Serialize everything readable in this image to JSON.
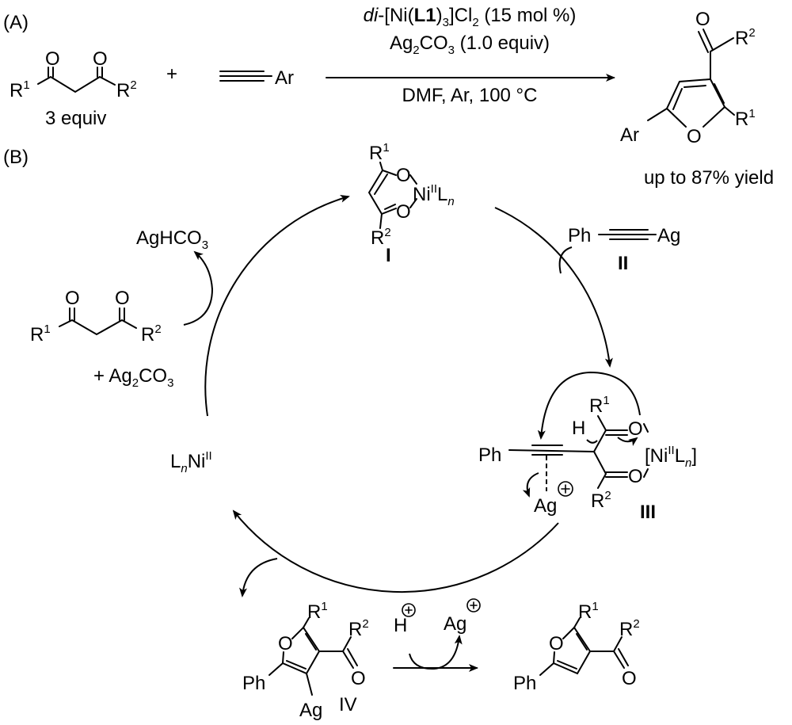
{
  "colors": {
    "ink": "#000000",
    "background": "#ffffff"
  },
  "labels": {
    "panel_a": [
      [
        "(A)",
        ""
      ]
    ],
    "panel_b": [
      [
        "(B)",
        ""
      ]
    ],
    "a_o1": [
      [
        "O",
        ""
      ]
    ],
    "a_o2": [
      [
        "O",
        ""
      ]
    ],
    "a_r1": [
      [
        "R",
        ""
      ],
      [
        "1",
        "sup"
      ]
    ],
    "a_r2": [
      [
        "R",
        ""
      ],
      [
        "2",
        "sup"
      ]
    ],
    "a_equiv": [
      [
        "3 equiv",
        ""
      ]
    ],
    "a_plus": [
      [
        "+",
        ""
      ]
    ],
    "a_ar": [
      [
        "Ar",
        ""
      ]
    ],
    "cond_1": [
      [
        "di",
        "i"
      ],
      [
        "-[Ni(",
        ""
      ],
      [
        "L1",
        "b"
      ],
      [
        ")",
        ""
      ],
      [
        "3",
        "sub"
      ],
      [
        "]Cl",
        ""
      ],
      [
        "2",
        "sub"
      ],
      [
        " (15 mol %)",
        ""
      ]
    ],
    "cond_2": [
      [
        "Ag",
        ""
      ],
      [
        "2",
        "sub"
      ],
      [
        "CO",
        ""
      ],
      [
        "3",
        "sub"
      ],
      [
        " (1.0 equiv)",
        ""
      ]
    ],
    "cond_3": [
      [
        "DMF, Ar, 100 °C",
        ""
      ]
    ],
    "p_o": [
      [
        "O",
        ""
      ]
    ],
    "p_r2": [
      [
        "R",
        ""
      ],
      [
        "2",
        "sup"
      ]
    ],
    "p_ar": [
      [
        "Ar",
        ""
      ]
    ],
    "p_ring_o": [
      [
        "O",
        ""
      ]
    ],
    "p_r1": [
      [
        "R",
        ""
      ],
      [
        "1",
        "sup"
      ]
    ],
    "p_yield": [
      [
        "up to 87% yield",
        ""
      ]
    ],
    "i_r1": [
      [
        "R",
        ""
      ],
      [
        "1",
        "sup"
      ]
    ],
    "i_o1": [
      [
        "O",
        ""
      ]
    ],
    "i_ni": [
      [
        "Ni",
        ""
      ],
      [
        "II",
        "sup"
      ],
      [
        "L",
        ""
      ],
      [
        "n",
        "subi"
      ]
    ],
    "i_o2": [
      [
        "O",
        ""
      ]
    ],
    "i_r2": [
      [
        "R",
        ""
      ],
      [
        "2",
        "sup"
      ]
    ],
    "i_id": [
      [
        "I",
        "b"
      ]
    ],
    "ii_ph": [
      [
        "Ph",
        ""
      ]
    ],
    "ii_ag": [
      [
        "Ag",
        ""
      ]
    ],
    "ii_id": [
      [
        "II",
        "b"
      ]
    ],
    "agHCO3": [
      [
        "AgHCO",
        ""
      ],
      [
        "3",
        "sub"
      ]
    ],
    "b_o1": [
      [
        "O",
        ""
      ]
    ],
    "b_o2": [
      [
        "O",
        ""
      ]
    ],
    "b_r1": [
      [
        "R",
        ""
      ],
      [
        "1",
        "sup"
      ]
    ],
    "b_r2": [
      [
        "R",
        ""
      ],
      [
        "2",
        "sup"
      ]
    ],
    "b_ag2co3": [
      [
        "+ Ag",
        ""
      ],
      [
        "2",
        "sub"
      ],
      [
        "CO",
        ""
      ],
      [
        "3",
        "sub"
      ]
    ],
    "lnni": [
      [
        "L",
        ""
      ],
      [
        "n",
        "subi"
      ],
      [
        "Ni",
        ""
      ],
      [
        "II",
        "sup"
      ]
    ],
    "iii_ph": [
      [
        "Ph",
        ""
      ]
    ],
    "iii_h": [
      [
        "H",
        ""
      ]
    ],
    "iii_r1": [
      [
        "R",
        ""
      ],
      [
        "1",
        "sup"
      ]
    ],
    "iii_o1": [
      [
        "O",
        ""
      ]
    ],
    "iii_o2": [
      [
        "O",
        ""
      ]
    ],
    "iii_ni": [
      [
        "[Ni",
        ""
      ],
      [
        "II",
        "sup"
      ],
      [
        "L",
        ""
      ],
      [
        "n",
        "subi"
      ],
      [
        "]",
        ""
      ]
    ],
    "iii_r2": [
      [
        "R",
        ""
      ],
      [
        "2",
        "sup"
      ]
    ],
    "iii_ag": [
      [
        "Ag",
        ""
      ]
    ],
    "iii_id": [
      [
        "III",
        "b"
      ]
    ],
    "iv_r1": [
      [
        "R",
        ""
      ],
      [
        "1",
        "sup"
      ]
    ],
    "iv_o": [
      [
        "O",
        ""
      ]
    ],
    "iv_r2": [
      [
        "R",
        ""
      ],
      [
        "2",
        "sup"
      ]
    ],
    "iv_co": [
      [
        "O",
        ""
      ]
    ],
    "iv_ph": [
      [
        "Ph",
        ""
      ]
    ],
    "iv_ag": [
      [
        "Ag",
        ""
      ]
    ],
    "iv_id": [
      [
        "IV",
        ""
      ]
    ],
    "h_plus": [
      [
        "H",
        ""
      ]
    ],
    "ag_plus": [
      [
        "Ag",
        ""
      ]
    ],
    "f_r1": [
      [
        "R",
        ""
      ],
      [
        "1",
        "sup"
      ]
    ],
    "f_o": [
      [
        "O",
        ""
      ]
    ],
    "f_r2": [
      [
        "R",
        ""
      ],
      [
        "2",
        "sup"
      ]
    ],
    "f_co": [
      [
        "O",
        ""
      ]
    ],
    "f_ph": [
      [
        "Ph",
        ""
      ]
    ]
  }
}
